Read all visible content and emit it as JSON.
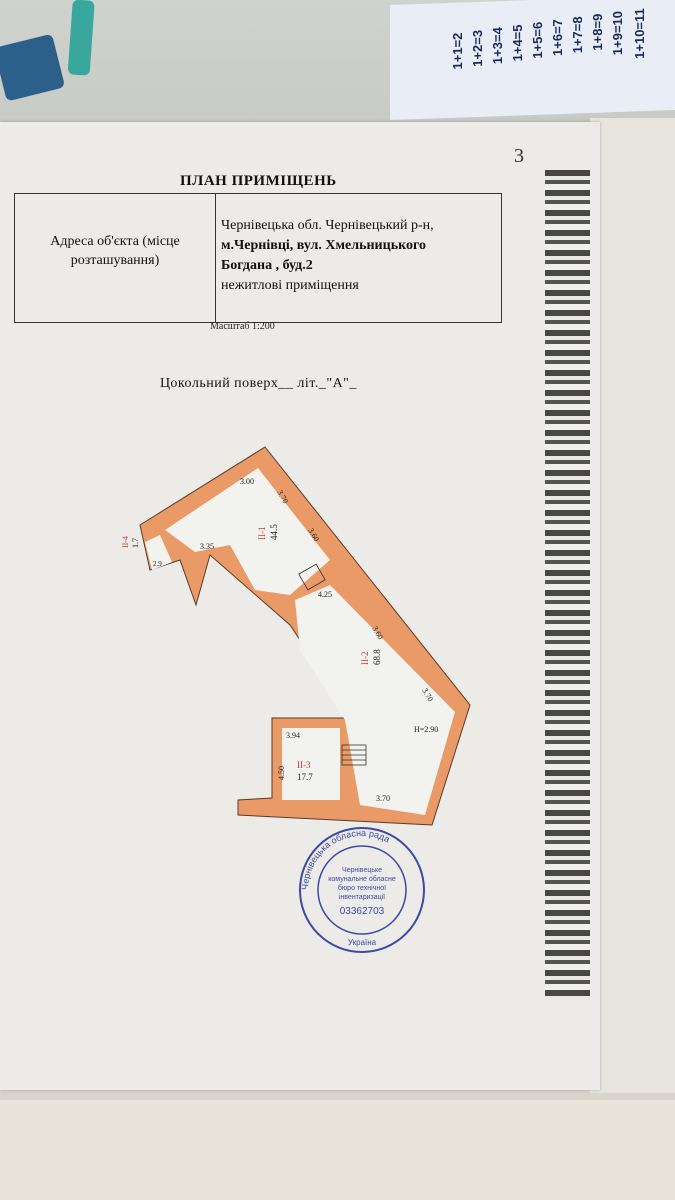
{
  "document": {
    "title": "ПЛАН ПРИМІЩЕНЬ",
    "page_number": "3",
    "address_label_line1": "Адреса об'єкта (місце",
    "address_label_line2": "розташування)",
    "address_line1": "Чернівецька обл. Чернівецький р-н,",
    "address_line2": "м.Чернівці,  вул. Хмельницького",
    "address_line3": "Богдана  , буд.2",
    "address_line4": "нежитлові приміщення",
    "scale": "Масштаб 1:200",
    "floor": "Цокольний   поверх__  літ._\"А\"_"
  },
  "floorplan": {
    "fill_color": "#e99a66",
    "rooms": [
      {
        "id": "II-1",
        "area": "44.5"
      },
      {
        "id": "II-2",
        "area": "68.8"
      },
      {
        "id": "II-3",
        "area": "17.7"
      },
      {
        "id": "II-4",
        "area": "1.7"
      }
    ],
    "dimensions": [
      "3.00",
      "3.70",
      "3.35",
      "3.60",
      "4.25",
      "3.60",
      "3.70",
      "3.94",
      "4.50",
      "3.70",
      "2.9"
    ],
    "height": "H=2.90"
  },
  "stamp": {
    "outer_text": "Чернівецька обласна рада",
    "inner_line1": "Чернівецьке",
    "inner_line2": "комунальне обласне",
    "inner_line3": "бюро технічної",
    "inner_line4": "інвентаризації",
    "code": "03362703",
    "country": "Україна"
  },
  "multiplication_card": {
    "cells": [
      "1+1=2",
      "1+2=3",
      "1+3=4",
      "1+4=5",
      "1+5=6",
      "1+6=7",
      "1+7=8",
      "1+8=9",
      "1+9=10",
      "1+10=11"
    ]
  }
}
